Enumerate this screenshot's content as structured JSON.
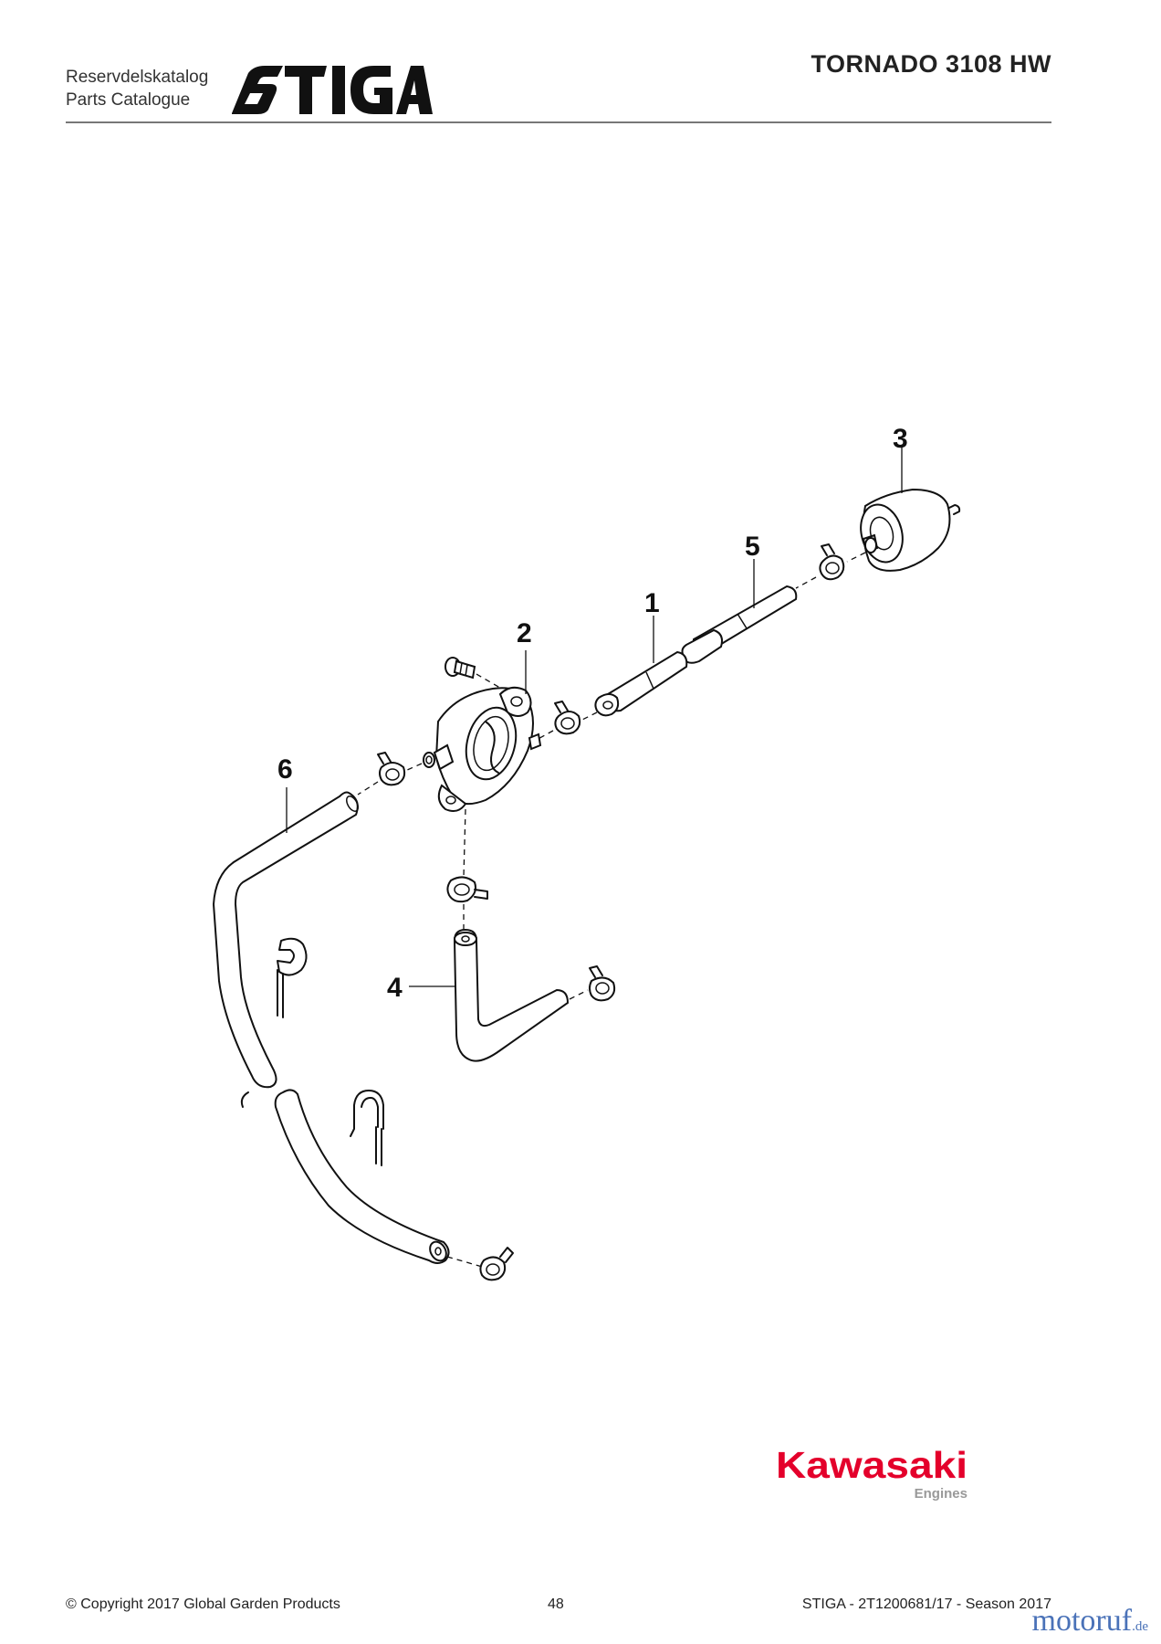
{
  "header": {
    "catalog_label_sv": "Reservdelskatalog",
    "catalog_label_en": "Parts Catalogue",
    "brand_logo_text": "STIGA",
    "model": "TORNADO 3108 HW"
  },
  "diagram": {
    "callouts": [
      "1",
      "2",
      "3",
      "4",
      "5",
      "6"
    ]
  },
  "engine_logo": {
    "name": "Kawasaki",
    "subtitle": "Engines",
    "color": "#e4002b"
  },
  "footer": {
    "copyright": "© Copyright 2017 Global Garden Products",
    "page_number": "48",
    "document": "STIGA - 2T1200681/17 - Season 2017"
  },
  "watermark": {
    "text": "motoruf",
    "suffix": ".de",
    "color": "#4a72b8"
  }
}
